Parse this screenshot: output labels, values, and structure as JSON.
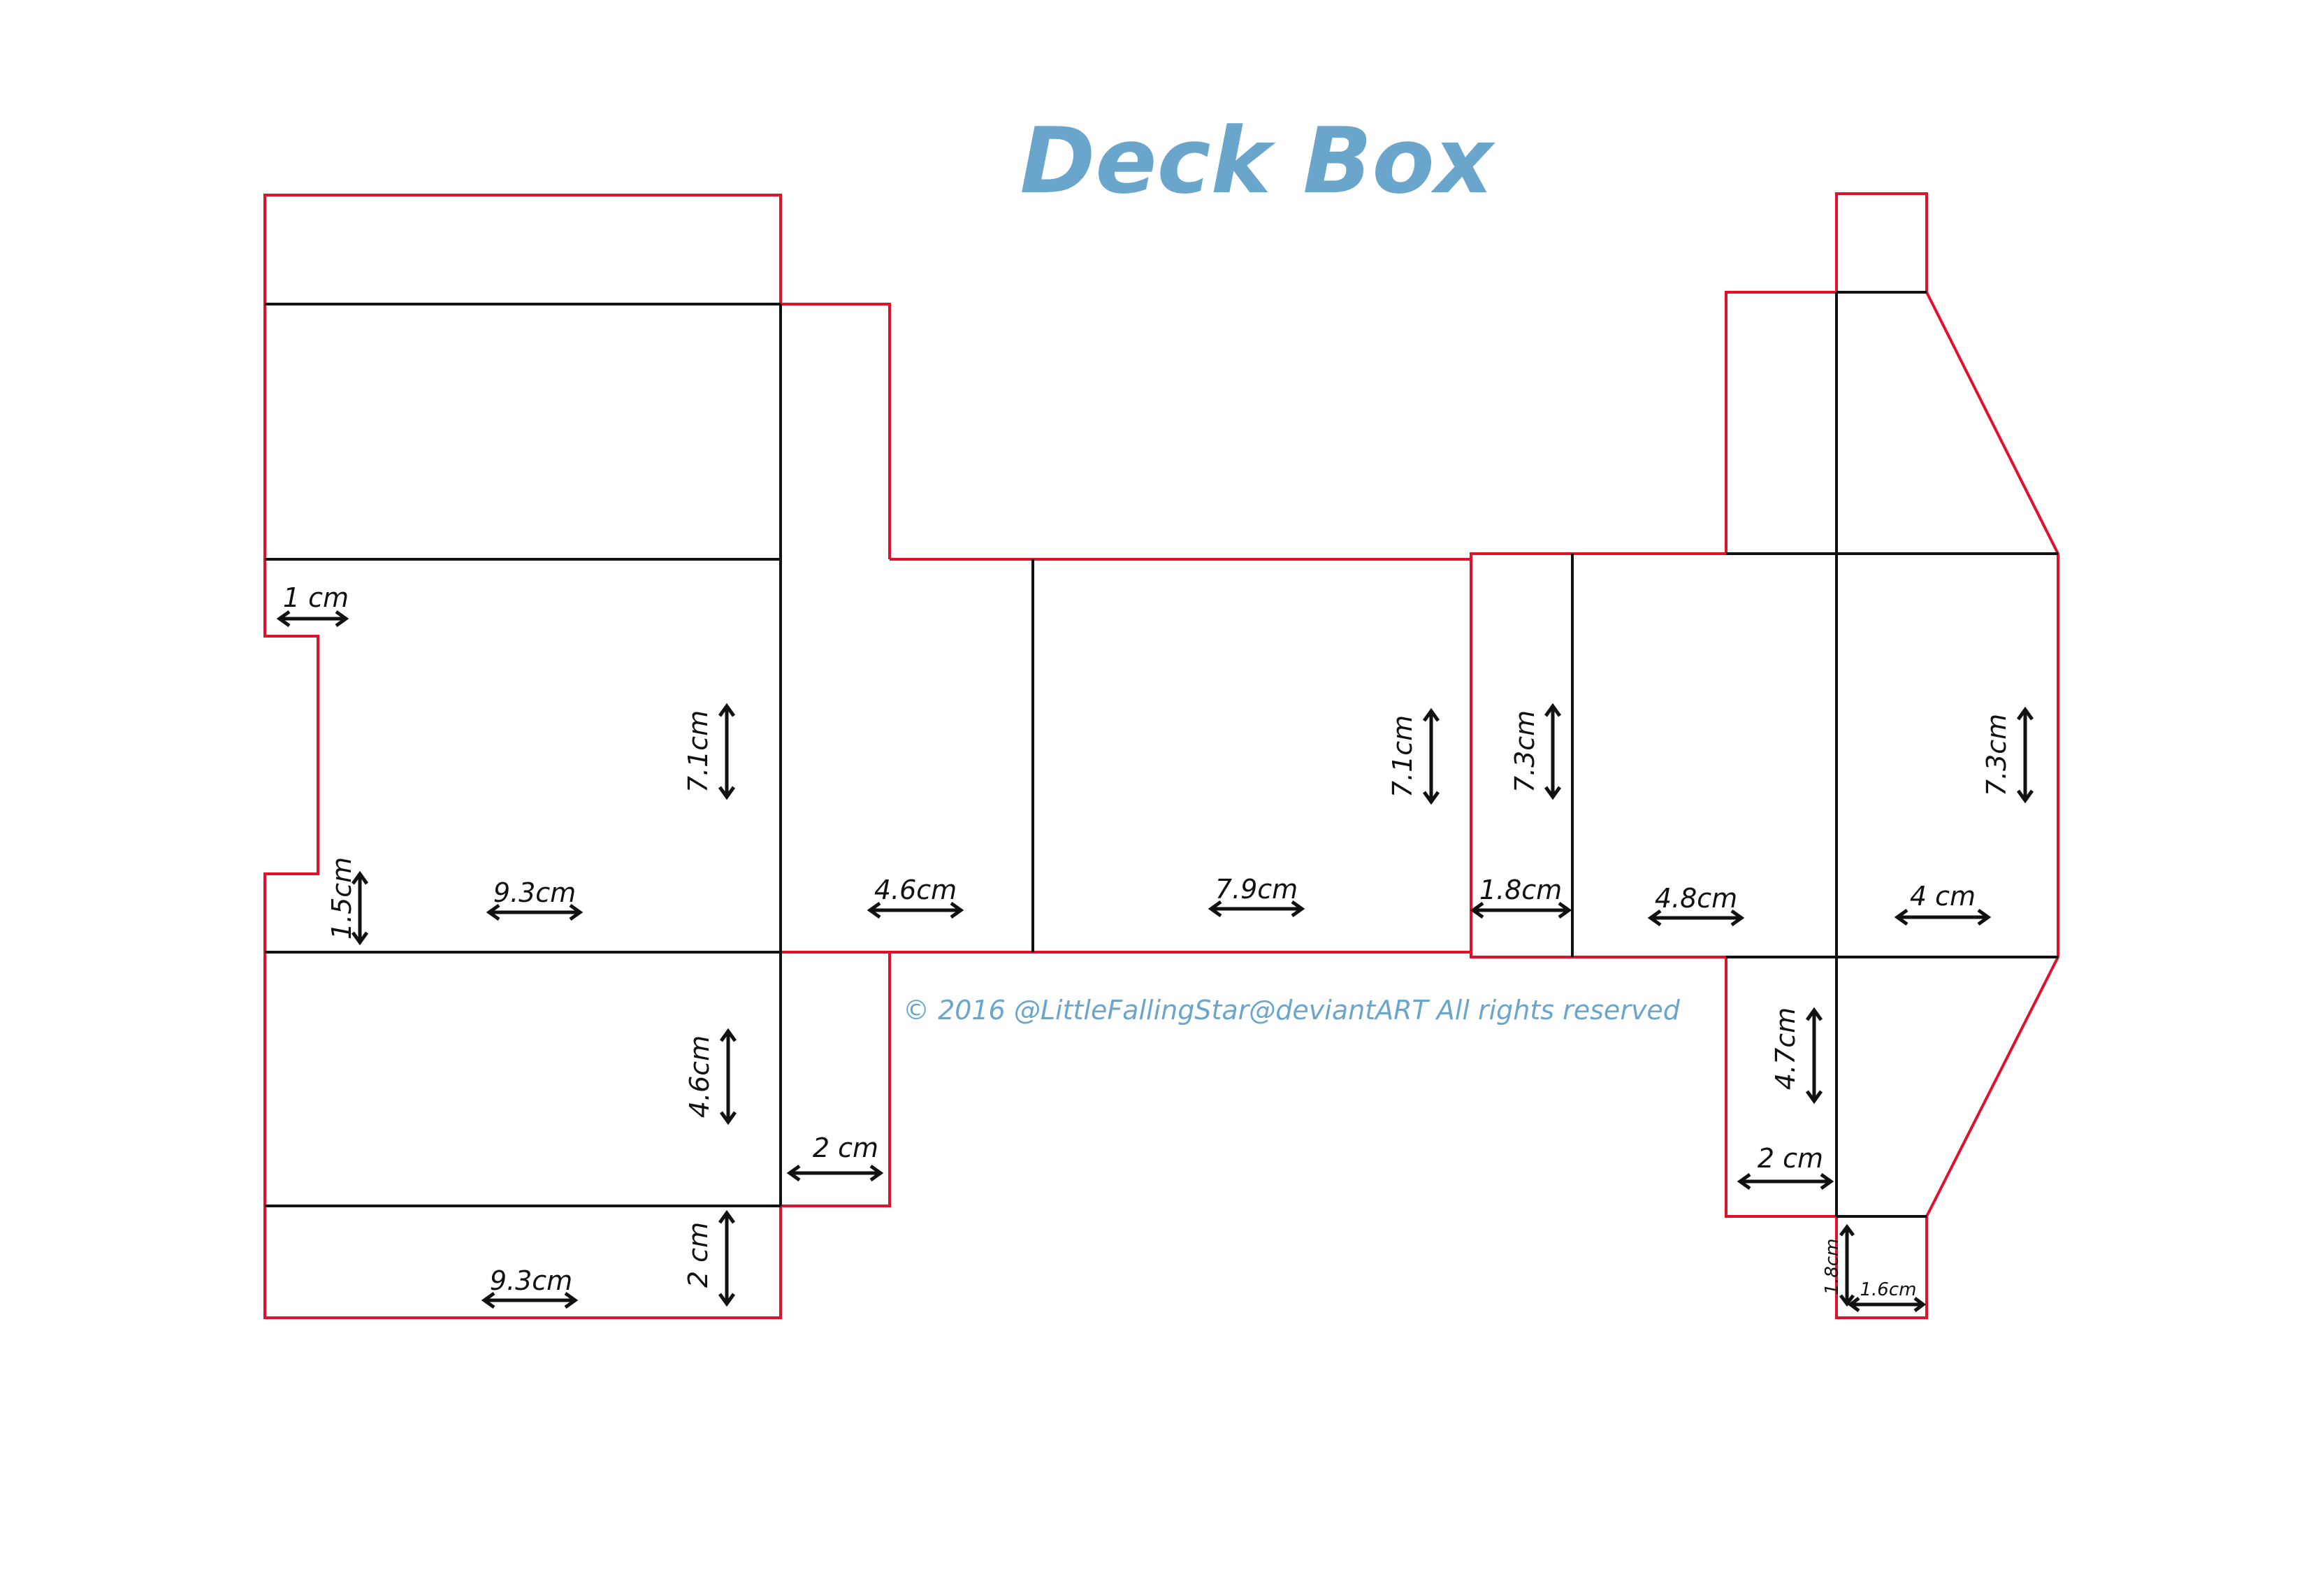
{
  "title": "Deck Box",
  "copyright": "© 2016 @LittleFallingStar@deviantART All rights reserved",
  "colors": {
    "cut_line": "#e0112b",
    "fold_line": "#111111",
    "title": "#6aa6cb",
    "background": "#ffffff"
  },
  "dimensions": {
    "tab_width_1cm": "1 cm",
    "left_height_7_1": "7.1cm",
    "left_tab_1_5": "1.5cm",
    "left_width_9_3": "9.3cm",
    "side_width_4_6": "4.6cm",
    "back_width_7_9": "7.9cm",
    "back_height_7_1": "7.1cm",
    "strip_height_7_3": "7.3cm",
    "strip_width_1_8": "1.8cm",
    "panel_width_4_8": "4.8cm",
    "right_width_4": "4 cm",
    "right_height_7_3": "7.3cm",
    "lower_height_4_6": "4.6cm",
    "flap_width_2": "2 cm",
    "bottom_height_2": "2 cm",
    "bottom_width_9_3": "9.3cm",
    "right_lower_4_7": "4.7cm",
    "right_flap_2": "2 cm",
    "small_height_1_8": "1.8cm",
    "small_width_1_6": "1.6cm"
  }
}
